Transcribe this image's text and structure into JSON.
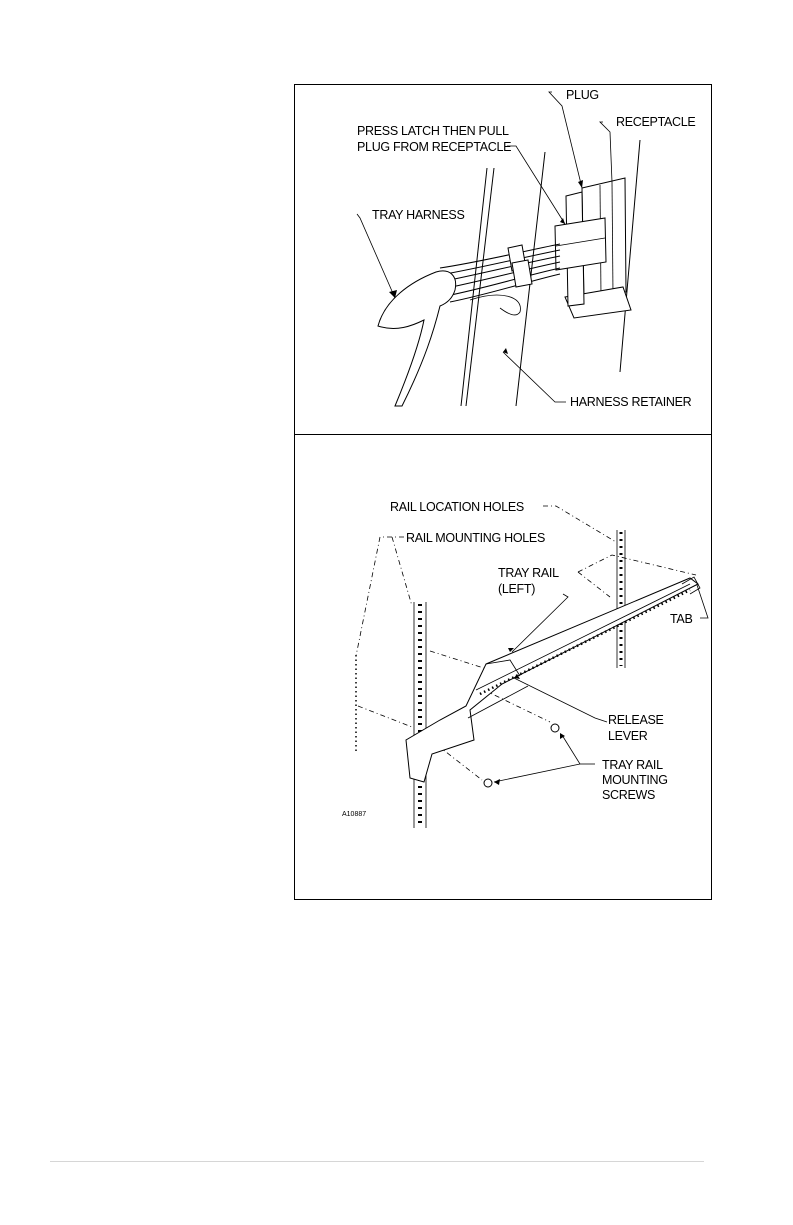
{
  "figure_top": {
    "labels": {
      "plug": "PLUG",
      "receptacle": "RECEPTACLE",
      "press_latch_line1": "PRESS LATCH THEN PULL",
      "press_latch_line2": "PLUG FROM RECEPTACLE",
      "tray_harness": "TRAY HARNESS",
      "harness_retainer": "HARNESS RETAINER"
    }
  },
  "figure_bottom": {
    "labels": {
      "rail_location_holes": "RAIL LOCATION HOLES",
      "rail_mounting_holes": "RAIL MOUNTING HOLES",
      "tray_rail_line1": "TRAY RAIL",
      "tray_rail_line2": "(LEFT)",
      "tab": "TAB",
      "release_line1": "RELEASE",
      "release_line2": "LEVER",
      "screws_line1": "TRAY RAIL",
      "screws_line2": "MOUNTING",
      "screws_line3": "SCREWS",
      "figure_id": "A10887"
    }
  }
}
